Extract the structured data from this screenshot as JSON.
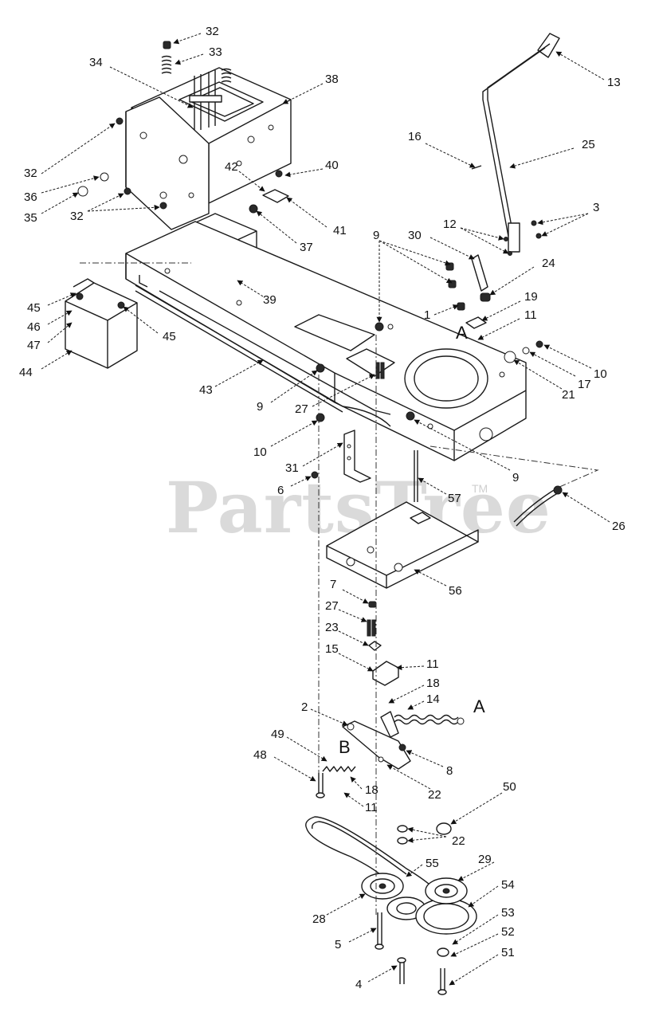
{
  "watermark": {
    "text": "PartsTree",
    "mark": "TM"
  },
  "callouts": [
    "32",
    "33",
    "34",
    "38",
    "13",
    "16",
    "25",
    "3",
    "12",
    "30",
    "24",
    "9",
    "1",
    "19",
    "11",
    "10",
    "17",
    "21",
    "40",
    "42",
    "41",
    "37",
    "39",
    "36",
    "35",
    "32",
    "32",
    "45",
    "46",
    "47",
    "44",
    "45",
    "43",
    "9",
    "27",
    "10",
    "31",
    "6",
    "57",
    "9",
    "26",
    "56",
    "7",
    "27",
    "23",
    "15",
    "11",
    "18",
    "14",
    "2",
    "8",
    "49",
    "48",
    "18",
    "11",
    "22",
    "50",
    "22",
    "55",
    "29",
    "54",
    "28",
    "53",
    "52",
    "5",
    "51",
    "4"
  ],
  "letters": [
    "A",
    "A",
    "B"
  ]
}
